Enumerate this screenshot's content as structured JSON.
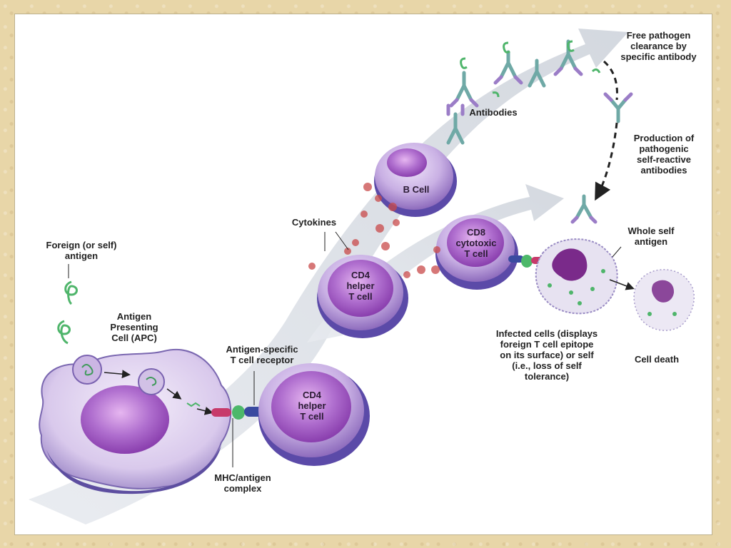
{
  "labels": {
    "free_pathogen": "Free pathogen\nclearance by\nspecific antibody",
    "antibodies": "Antibodies",
    "production": "Production of\npathogenic\nself-reactive\nantibodies",
    "b_cell": "B Cell",
    "cytokines": "Cytokines",
    "cd8": "CD8\ncytotoxic\nT cell",
    "whole_self_antigen": "Whole self\nantigen",
    "foreign_antigen": "Foreign (or self)\nantigen",
    "cd4_upper": "CD4\nhelper\nT cell",
    "apc": "Antigen\nPresenting\nCell (APC)",
    "tcr": "Antigen-specific\nT cell receptor",
    "cd4_lower": "CD4\nhelper\nT cell",
    "infected": "Infected cells (displays\nforeign T cell epitope\non its surface) or self\n(i.e., loss of self\ntolerance)",
    "cell_death": "Cell death",
    "mhc": "MHC/antigen\ncomplex"
  },
  "colors": {
    "cell_purple": "#b79ad6",
    "nucleus": "#8e4fb3",
    "antibody_teal": "#6fa9a6",
    "antibody_purple": "#9b7dc7",
    "cytokine_red": "#c94a4a",
    "antigen_green": "#4fb56b",
    "arrow_gray": "#d7dbe2"
  }
}
